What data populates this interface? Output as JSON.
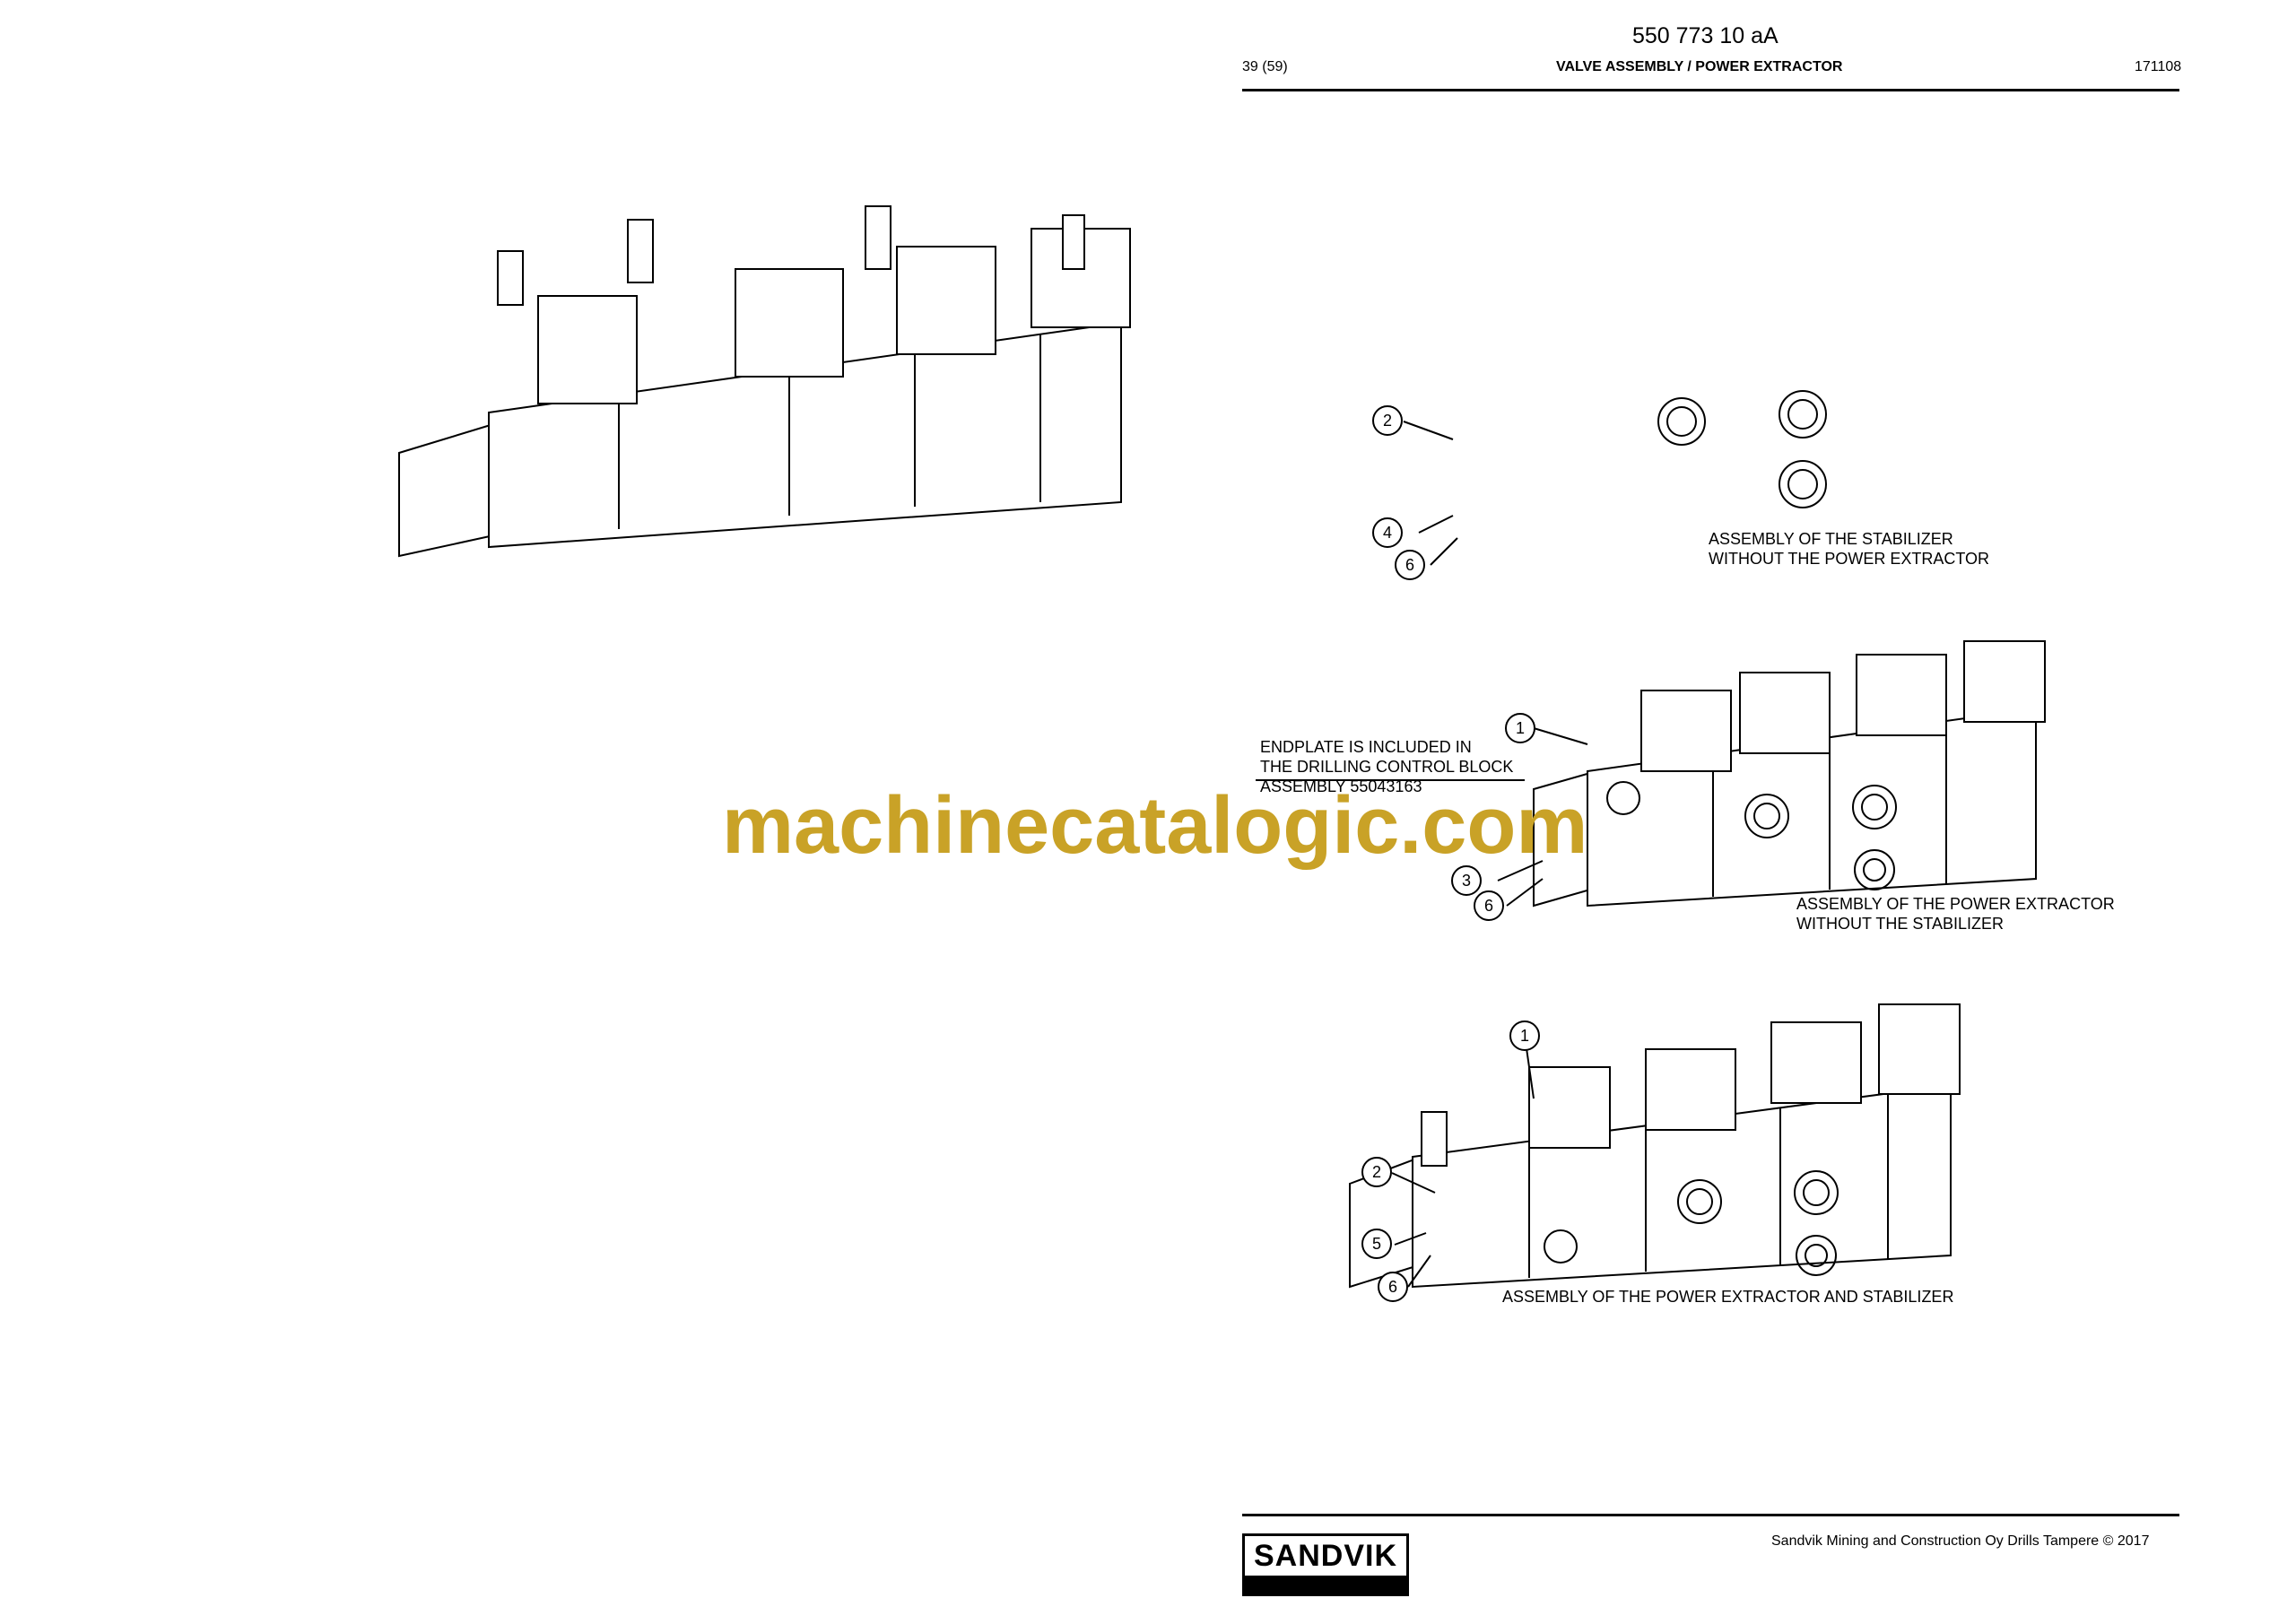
{
  "header": {
    "doc_number": "550 773 10 aA",
    "page": "39 (59)",
    "title": "VALVE ASSEMBLY / POWER EXTRACTOR",
    "date": "171108"
  },
  "figures": [
    {
      "caption": "ASSEMBLY OF THE STABILIZER\nWITHOUT THE POWER EXTRACTOR",
      "callouts": [
        "2",
        "4",
        "6"
      ]
    },
    {
      "caption": "ASSEMBLY OF THE POWER EXTRACTOR\nWITHOUT THE STABILIZER",
      "note": "ENDPLATE IS INCLUDED IN\nTHE DRILLING CONTROL BLOCK\nASSEMBLY 55043163",
      "callouts": [
        "1",
        "3",
        "6"
      ]
    },
    {
      "caption": "ASSEMBLY OF THE POWER EXTRACTOR AND STABILIZER",
      "callouts": [
        "1",
        "2",
        "5",
        "6"
      ]
    }
  ],
  "watermark": "machinecatalogic.com",
  "footer": {
    "logo": "SANDVIK",
    "copyright": "Sandvik Mining and Construction Oy Drills Tampere © 2017"
  }
}
